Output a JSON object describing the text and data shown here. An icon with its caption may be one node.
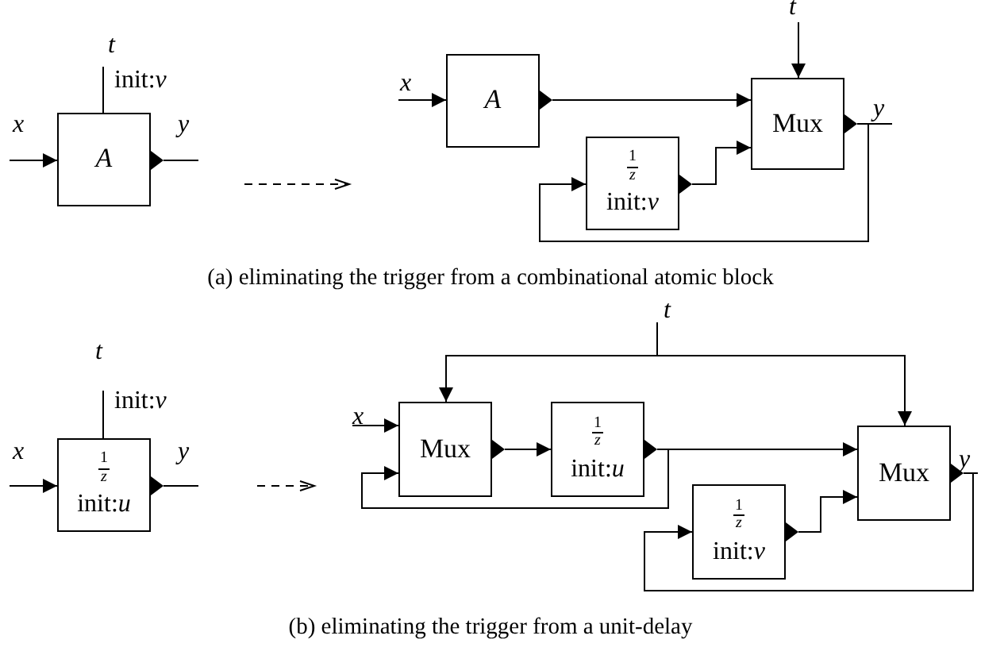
{
  "diagram": {
    "nodes": [
      {
        "text": [
          "*A*"
        ]
      },
      {
        "text": [
          "*A*"
        ]
      },
      {
        "text": [
          "Mux"
        ]
      },
      {
        "text": [
          "1",
          "*z*",
          "init:*v*"
        ]
      },
      {
        "text": [
          "1",
          "*z*",
          "init:*u*"
        ]
      },
      {
        "text": [
          "Mux"
        ]
      },
      {
        "text": [
          "1",
          "*z*",
          "init:*u*"
        ]
      },
      {
        "text": [
          "Mux"
        ]
      },
      {
        "text": [
          "1",
          "*z*",
          "init:*v*"
        ]
      },
      {
        "text": [
          "*t*"
        ]
      },
      {
        "text": [
          "*x*"
        ]
      },
      {
        "text": [
          "*y*"
        ]
      },
      {
        "text": [
          "*x*"
        ]
      },
      {
        "text": [
          "*t*"
        ]
      },
      {
        "text": [
          "*y*"
        ]
      },
      {
        "text": [
          "*t*"
        ]
      },
      {
        "text": [
          "*x*"
        ]
      },
      {
        "text": [
          "*y*"
        ]
      },
      {
        "text": [
          "*t*"
        ]
      },
      {
        "text": [
          "*x*"
        ]
      },
      {
        "text": [
          "*y*"
        ]
      }
    ],
    "edges": [
      {
        "from": 10,
        "to": 0,
        "arrow": "to"
      },
      {
        "from": 0,
        "to": 11,
        "arrow": "none"
      },
      {
        "from": 9,
        "to": 0,
        "arrow": "none"
      },
      {
        "from": 12,
        "to": 1,
        "arrow": "to"
      },
      {
        "from": 1,
        "to": 2,
        "arrow": "to"
      },
      {
        "from": 13,
        "to": 2,
        "arrow": "to"
      },
      {
        "from": 3,
        "to": 2,
        "arrow": "to"
      },
      {
        "from": 2,
        "to": 14,
        "arrow": "none"
      },
      {
        "from": 2,
        "to": 3,
        "arrow": "to"
      },
      {
        "from": 16,
        "to": 4,
        "arrow": "to"
      },
      {
        "from": 4,
        "to": 17,
        "arrow": "none"
      },
      {
        "from": 15,
        "to": 4,
        "arrow": "none"
      },
      {
        "from": 19,
        "to": 5,
        "arrow": "to"
      },
      {
        "from": 18,
        "to": 5,
        "arrow": "to"
      },
      {
        "from": 18,
        "to": 7,
        "arrow": "to"
      },
      {
        "from": 5,
        "to": 6,
        "arrow": "to"
      },
      {
        "from": 6,
        "to": 7,
        "arrow": "to"
      },
      {
        "from": 6,
        "to": 5,
        "arrow": "to"
      },
      {
        "from": 8,
        "to": 7,
        "arrow": "to"
      },
      {
        "from": 7,
        "to": 20,
        "arrow": "none"
      },
      {
        "from": 7,
        "to": 8,
        "arrow": "to"
      }
    ],
    "labels": [
      "init:*v*",
      "(a) eliminating the trigger from a combinational atomic block",
      "init:*v*",
      "(b) eliminating the trigger from a unit-delay"
    ]
  }
}
